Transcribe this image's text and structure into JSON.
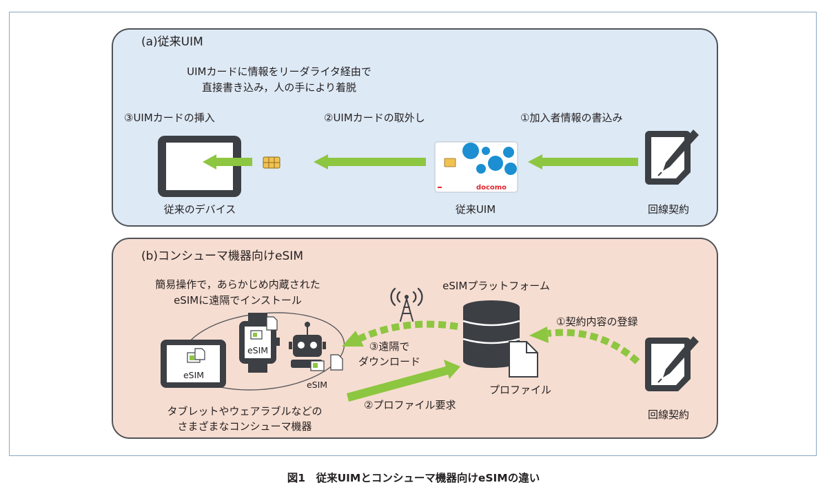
{
  "colors": {
    "panel_a_bg": "#dde9f5",
    "panel_b_bg": "#f6ddd1",
    "panel_border": "#4f5257",
    "arrow_green": "#8dc640",
    "device_dark": "#3c3f44",
    "sim_blue": "#1b8fd2"
  },
  "panel_a": {
    "title": "(a)従来UIM",
    "note_line1": "UIMカードに情報をリーダライタ経由で",
    "note_line2": "直接書き込み，人の手により着脱",
    "step1": "①加入者情報の書込み",
    "step2": "②UIMカードの取外し",
    "step3": "③UIMカードの挿入",
    "label_device": "従来のデバイス",
    "label_uim": "従来UIM",
    "label_contract": "回線契約",
    "card_brand": "docomo"
  },
  "panel_b": {
    "title": "(b)コンシューマ機器向けeSIM",
    "note_line1": "簡易操作で，あらかじめ内蔵された",
    "note_line2": "eSIMに遠隔でインストール",
    "platform": "eSIMプラットフォーム",
    "step1": "①契約内容の登録",
    "step2": "②プロファイル要求",
    "step3_line1": "③遠隔で",
    "step3_line2": "ダウンロード",
    "label_profile": "プロファイル",
    "label_contract": "回線契約",
    "devices_line1": "タブレットやウェアラブルなどの",
    "devices_line2": "さまざまなコンシューマ機器",
    "esim_tablet": "eSIM",
    "esim_watch": "eSIM",
    "esim_robot": "eSIM"
  },
  "caption": "図1　従来UIMとコンシューマ機器向けeSIMの違い",
  "icons": [
    "tablet-icon",
    "sim-chip-icon",
    "uim-card-icon",
    "contract-pen-icon",
    "antenna-icon",
    "server-database-icon",
    "document-icon",
    "smartwatch-icon",
    "robot-icon"
  ]
}
